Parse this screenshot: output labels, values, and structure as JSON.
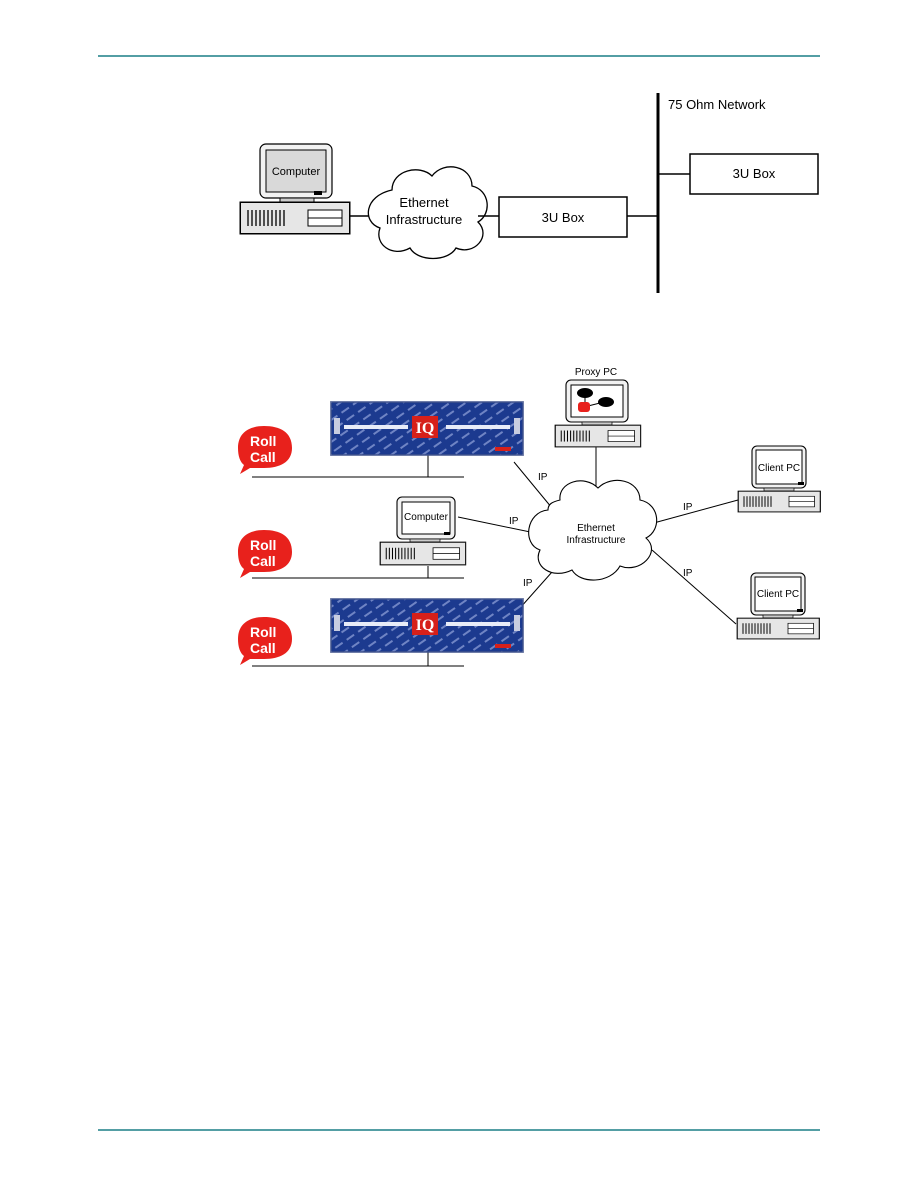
{
  "colors": {
    "rule": "#1a7f86",
    "rack_blue": "#1c3a8f",
    "rollcall_red": "#e8211c",
    "iq_red": "#d6201a"
  },
  "diagram1": {
    "computer_label": "Computer",
    "cloud_line1": "Ethernet",
    "cloud_line2": "Infrastructure",
    "box_left_label": "3U Box",
    "network_label": "75 Ohm Network",
    "box_right_label": "3U Box"
  },
  "diagram2": {
    "proxy_label": "Proxy PC",
    "computer_label": "Computer",
    "cloud_line1": "Ethernet",
    "cloud_line2": "Infrastructure",
    "client1_label": "Client PC",
    "client2_label": "Client PC",
    "ip_labels": [
      "IP",
      "IP",
      "IP",
      "IP",
      "IP"
    ],
    "iq_logo": "IQ",
    "rollcall_line1": "Roll",
    "rollcall_line2": "Call"
  }
}
